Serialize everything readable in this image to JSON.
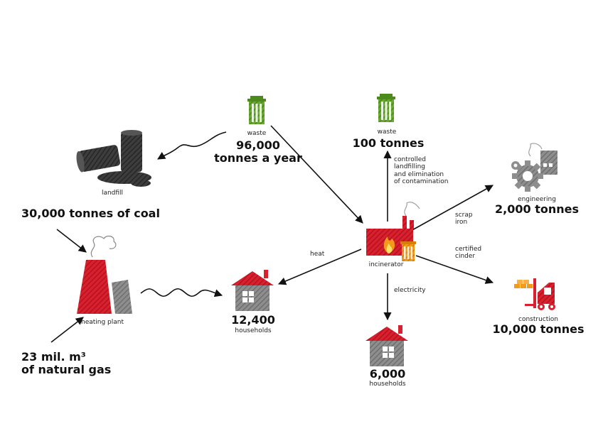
{
  "colors": {
    "red": "#d8202e",
    "green": "#6aa832",
    "grey": "#8a8a8a",
    "dark": "#3a3a3a",
    "orange": "#f39a1c"
  },
  "icons": [
    "trash-can-icon",
    "oil-barrels-icon",
    "power-plant-icon",
    "house-icon",
    "incinerator-icon",
    "factory-gear-icon",
    "forklift-icon"
  ],
  "waste_in": {
    "caption": "waste",
    "amount_line1": "96,000",
    "amount_line2": "tonnes a year"
  },
  "landfill": {
    "caption": "landfill"
  },
  "waste_out": {
    "caption": "waste",
    "amount": "100 tonnes"
  },
  "waste_out_note": "controlled\nlandfilling\nand elimination\nof contamination",
  "coal": "30,000 tonnes of coal",
  "gas": {
    "line1": "23 mil. m³",
    "line2": "of natural gas"
  },
  "heating_plant": {
    "caption": "heating plant"
  },
  "incinerator": {
    "caption": "incinerator"
  },
  "heat": "heat",
  "electricity": "electricity",
  "scrap_iron": "scrap\niron",
  "certified_cinder": "certified\ncinder",
  "households_heat": {
    "amount": "12,400",
    "caption": "households"
  },
  "households_el": {
    "amount": "6,000",
    "caption": "households"
  },
  "engineering": {
    "caption": "engineering",
    "amount": "2,000 tonnes"
  },
  "construction": {
    "caption": "construction",
    "amount": "10,000 tonnes"
  }
}
